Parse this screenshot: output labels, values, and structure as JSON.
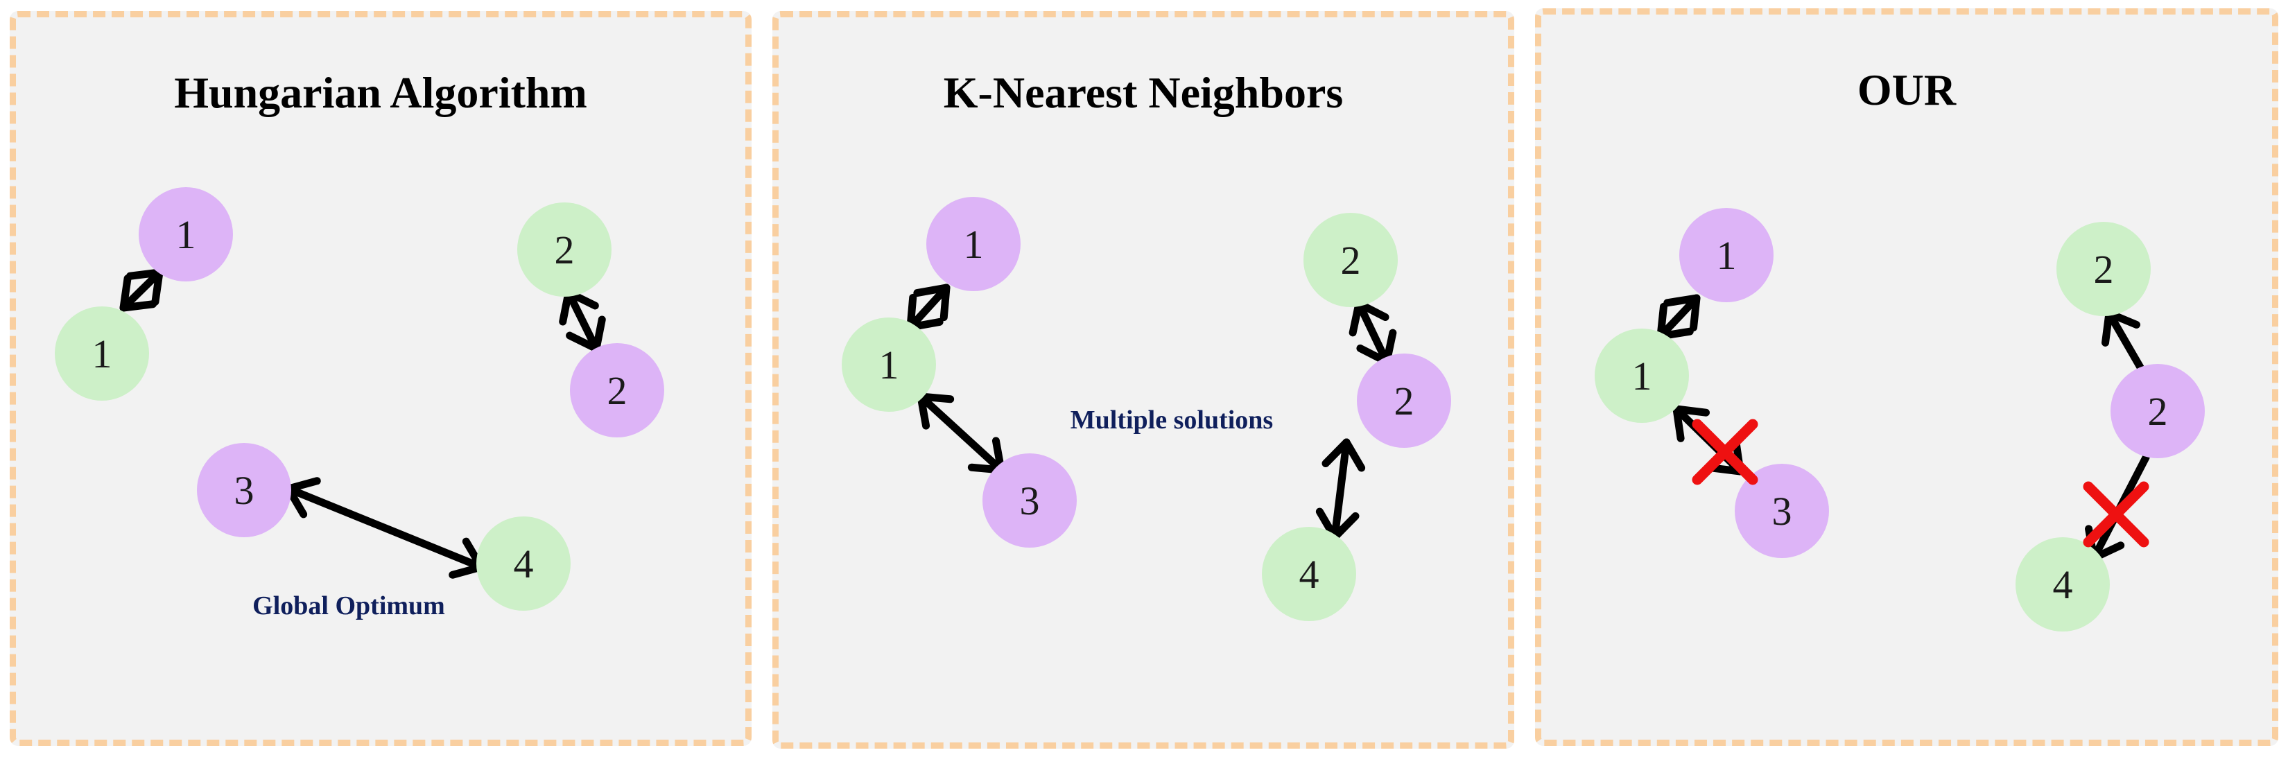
{
  "colors": {
    "panel_background": "#f2f2f2",
    "panel_border": "#f9cfa0",
    "node_green": "#cdf0c8",
    "node_purple": "#ddb4f7",
    "arrow": "#000000",
    "cross": "#ee1111",
    "annotation_text": "#0f1f5c"
  },
  "panels": [
    {
      "title": "Hungarian Algorithm",
      "annotation": "Global Optimum",
      "nodes": [
        {
          "label": "1",
          "color": "purple"
        },
        {
          "label": "1",
          "color": "green"
        },
        {
          "label": "2",
          "color": "green"
        },
        {
          "label": "2",
          "color": "purple"
        },
        {
          "label": "3",
          "color": "purple"
        },
        {
          "label": "4",
          "color": "green"
        }
      ],
      "links": [
        {
          "type": "double-arrow",
          "blocked": false
        },
        {
          "type": "double-arrow",
          "blocked": false
        },
        {
          "type": "double-arrow",
          "blocked": false
        }
      ]
    },
    {
      "title": "K-Nearest Neighbors",
      "annotation": "Multiple solutions",
      "nodes": [
        {
          "label": "1",
          "color": "purple"
        },
        {
          "label": "1",
          "color": "green"
        },
        {
          "label": "3",
          "color": "purple"
        },
        {
          "label": "2",
          "color": "green"
        },
        {
          "label": "2",
          "color": "purple"
        },
        {
          "label": "4",
          "color": "green"
        }
      ],
      "links": [
        {
          "type": "double-arrow",
          "blocked": false
        },
        {
          "type": "double-arrow",
          "blocked": false
        },
        {
          "type": "double-arrow",
          "blocked": false
        },
        {
          "type": "double-arrow",
          "blocked": false
        }
      ]
    },
    {
      "title": "OUR",
      "annotation": "",
      "nodes": [
        {
          "label": "1",
          "color": "purple"
        },
        {
          "label": "1",
          "color": "green"
        },
        {
          "label": "3",
          "color": "purple"
        },
        {
          "label": "2",
          "color": "green"
        },
        {
          "label": "2",
          "color": "purple"
        },
        {
          "label": "4",
          "color": "green"
        }
      ],
      "links": [
        {
          "type": "double-arrow",
          "blocked": false
        },
        {
          "type": "single-arrow",
          "blocked": true
        },
        {
          "type": "double-arrow",
          "blocked": false
        },
        {
          "type": "single-arrow",
          "blocked": true
        }
      ]
    }
  ]
}
